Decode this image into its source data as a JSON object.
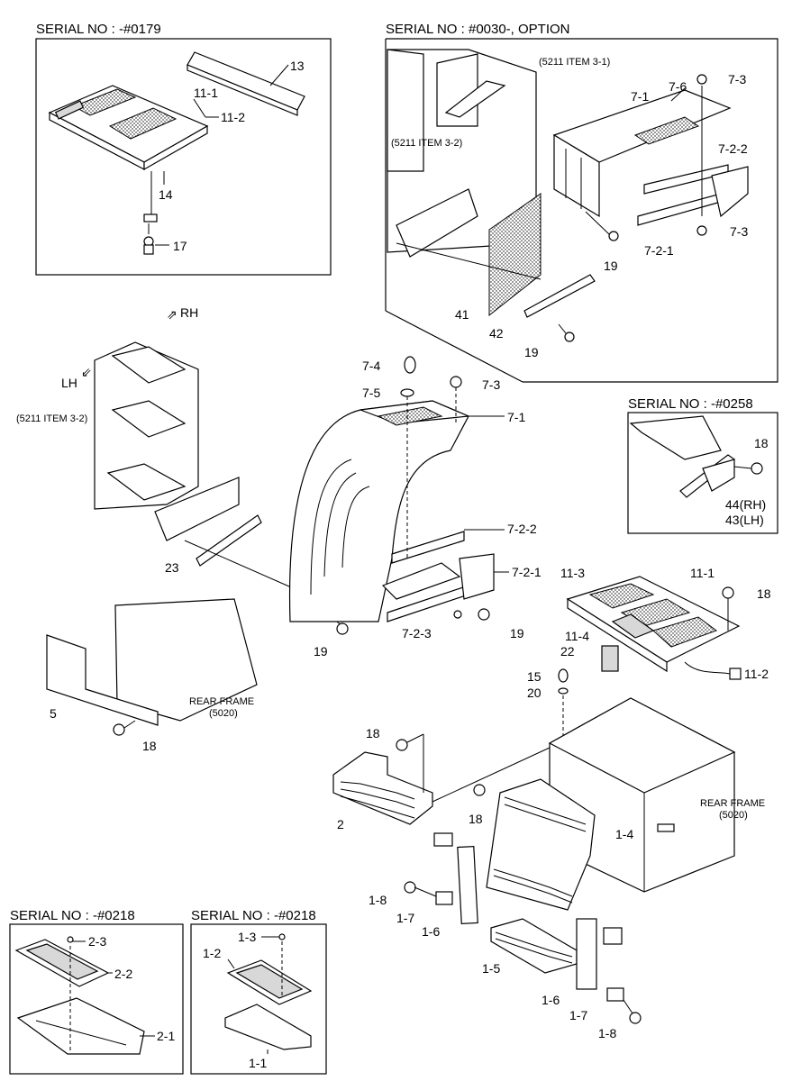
{
  "headers": {
    "serial_0179": "SERIAL NO : -#0179",
    "serial_0030": "SERIAL NO : #0030-, OPTION",
    "serial_0258": "SERIAL NO : -#0258",
    "serial_0218_a": "SERIAL NO : -#0218",
    "serial_0218_b": "SERIAL NO : -#0218"
  },
  "notes": {
    "item_3_1": "(5211 ITEM 3-1)",
    "item_3_2_top": "(5211 ITEM 3-2)",
    "item_3_2_left": "(5211 ITEM 3-2)",
    "rear_frame_left_1": "REAR FRAME",
    "rear_frame_left_2": "(5020)",
    "rear_frame_right_1": "REAR FRAME",
    "rear_frame_right_2": "(5020)",
    "rh": "RH",
    "lh": "LH"
  },
  "callouts": {
    "c13": "13",
    "c11_1a": "11-1",
    "c11_2a": "11-2",
    "c14": "14",
    "c17": "17",
    "c7_6": "7-6",
    "c7_3a": "7-3",
    "c7_1a": "7-1",
    "c7_2_2a": "7-2-2",
    "c7_3b": "7-3",
    "c7_2_1a": "7-2-1",
    "c19a": "19",
    "c41": "41",
    "c42": "42",
    "c19b": "19",
    "c7_4": "7-4",
    "c7_5": "7-5",
    "c7_3c": "7-3",
    "c7_1b": "7-1",
    "c7_2_2b": "7-2-2",
    "c7_2_1b": "7-2-1",
    "c19c": "19",
    "c7_2_3": "7-2-3",
    "c19d": "19",
    "c23": "23",
    "c5": "5",
    "c18a": "18",
    "c18b": "18",
    "c44": "44(RH)",
    "c43": "43(LH)",
    "c11_3": "11-3",
    "c11_1b": "11-1",
    "c18c": "18",
    "c11_4": "11-4",
    "c22": "22",
    "c11_2b": "11-2",
    "c15": "15",
    "c20": "20",
    "c18d": "18",
    "c2": "2",
    "c18e": "18",
    "c1_4": "1-4",
    "c1_8a": "1-8",
    "c1_7a": "1-7",
    "c1_6a": "1-6",
    "c1_5": "1-5",
    "c1_6b": "1-6",
    "c1_7b": "1-7",
    "c1_8b": "1-8",
    "c2_3": "2-3",
    "c2_2": "2-2",
    "c2_1": "2-1",
    "c1_3": "1-3",
    "c1_2": "1-2",
    "c1_1": "1-1"
  }
}
